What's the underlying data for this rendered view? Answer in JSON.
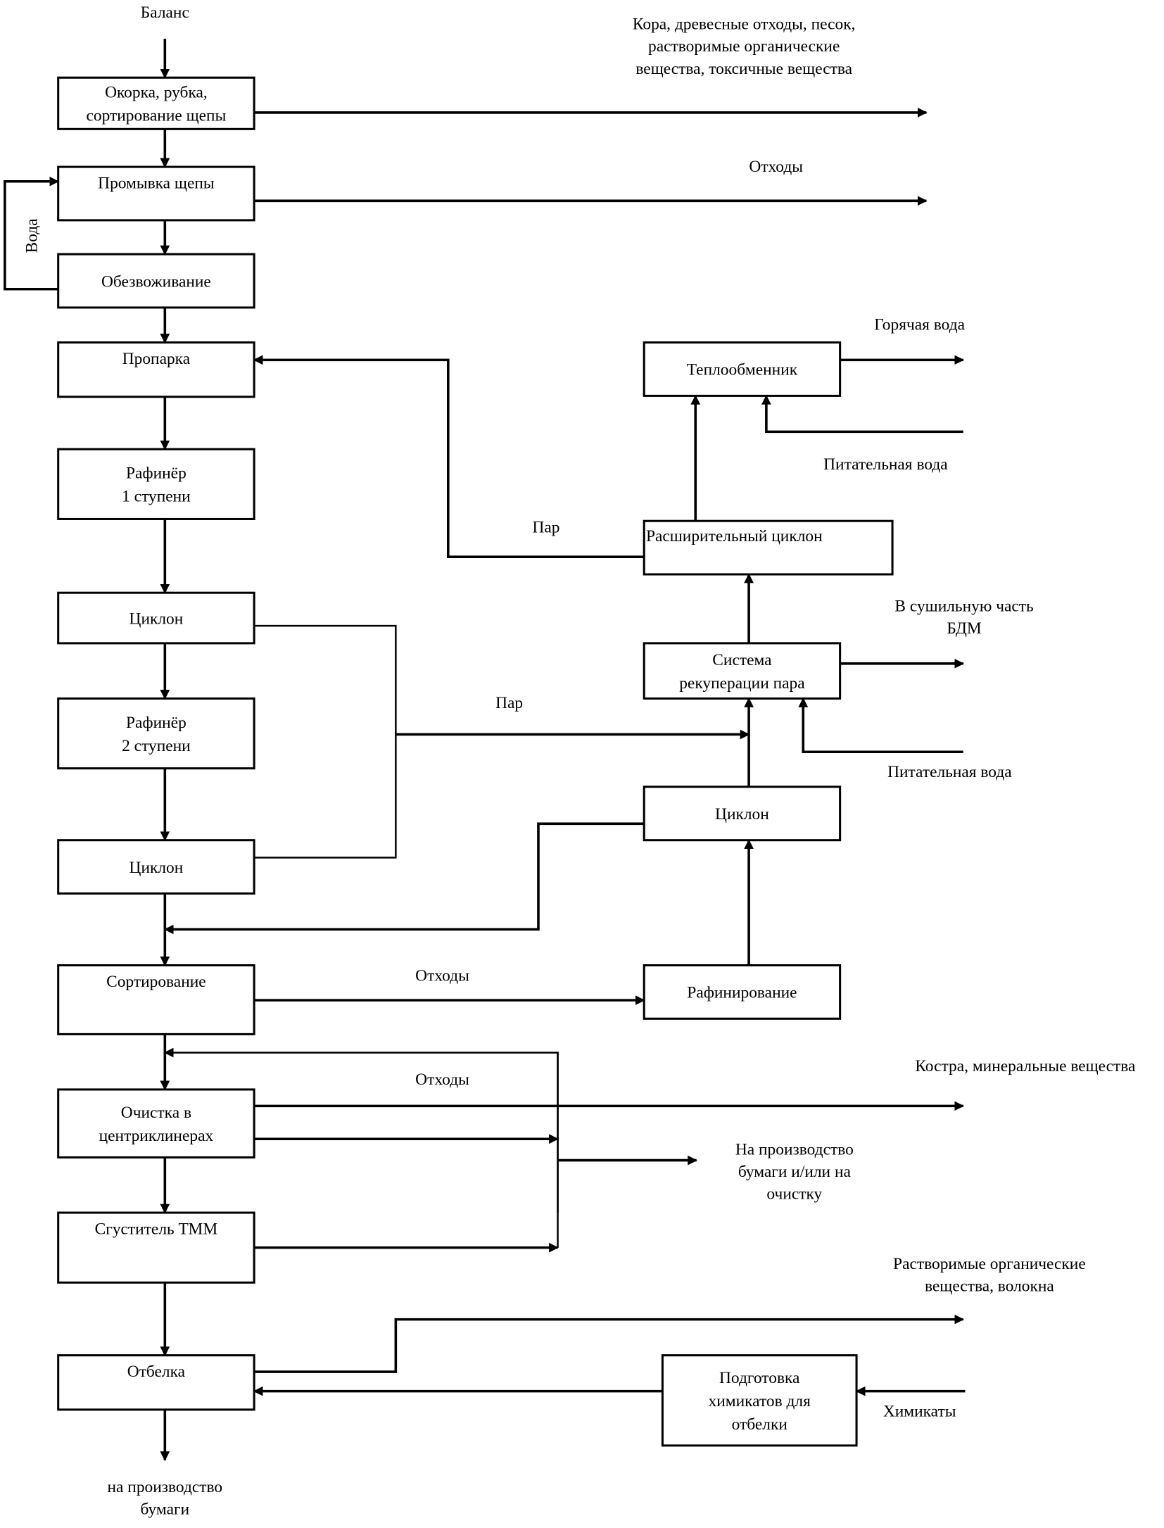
{
  "title": "Технологическая схема производства ТММ",
  "process_boxes": [
    {
      "id": "debarking",
      "lines": [
        "Окорка, рубка,",
        "сортирование щепы"
      ]
    },
    {
      "id": "washing",
      "lines": [
        "Промывка щепы"
      ]
    },
    {
      "id": "dewatering",
      "lines": [
        "Обезвоживание"
      ]
    },
    {
      "id": "steaming",
      "lines": [
        "Пропарка"
      ]
    },
    {
      "id": "refiner1",
      "lines": [
        "Рафинёр",
        "1 ступени"
      ]
    },
    {
      "id": "cyclone1",
      "lines": [
        "Циклон"
      ]
    },
    {
      "id": "refiner2",
      "lines": [
        "Рафинёр",
        "2 ступени"
      ]
    },
    {
      "id": "cyclone2",
      "lines": [
        "Циклон"
      ]
    },
    {
      "id": "screening",
      "lines": [
        "Сортирование"
      ]
    },
    {
      "id": "centricleaners",
      "lines": [
        "Очистка в",
        "центриклинерах"
      ]
    },
    {
      "id": "thickener",
      "lines": [
        "Сгуститель ТММ"
      ]
    },
    {
      "id": "bleaching",
      "lines": [
        "Отбелка"
      ]
    },
    {
      "id": "heat-exchanger",
      "lines": [
        "Теплообменник"
      ]
    },
    {
      "id": "expansion-cyclone",
      "lines": [
        "Расширительный циклон"
      ]
    },
    {
      "id": "steam-recovery",
      "lines": [
        "Система",
        "рекуперации пара"
      ]
    },
    {
      "id": "cyclone-right",
      "lines": [
        "Циклон"
      ]
    },
    {
      "id": "refining",
      "lines": [
        "Рафинирование"
      ]
    },
    {
      "id": "chem-prep",
      "lines": [
        "Подготовка",
        "химикатов для",
        "отбелки"
      ]
    }
  ],
  "labels": {
    "input_balance": "Баланс",
    "water": "Вода",
    "waste_debarking": [
      "Кора, древесные отходы, песок,",
      "растворимые органические",
      "вещества, токсичные вещества"
    ],
    "waste_washing": "Отходы",
    "hot_water": "Горячая вода",
    "feed_water_1": "Питательная вода",
    "steam_1": "Пар",
    "to_dryer": [
      "В сушильную часть",
      "БДМ"
    ],
    "steam_2": "Пар",
    "feed_water_2": "Питательная вода",
    "rejects_screening": "Отходы",
    "rejects_cleaning": "Отходы",
    "shives": "Костра, минеральные вещества",
    "to_paper_or_cleaning": [
      "На производство",
      "бумаги и/или на",
      "очистку"
    ],
    "dissolved": [
      "Растворимые органические",
      "вещества, волокна"
    ],
    "chemicals": "Химикаты",
    "output": [
      "на производство",
      "бумаги"
    ]
  }
}
